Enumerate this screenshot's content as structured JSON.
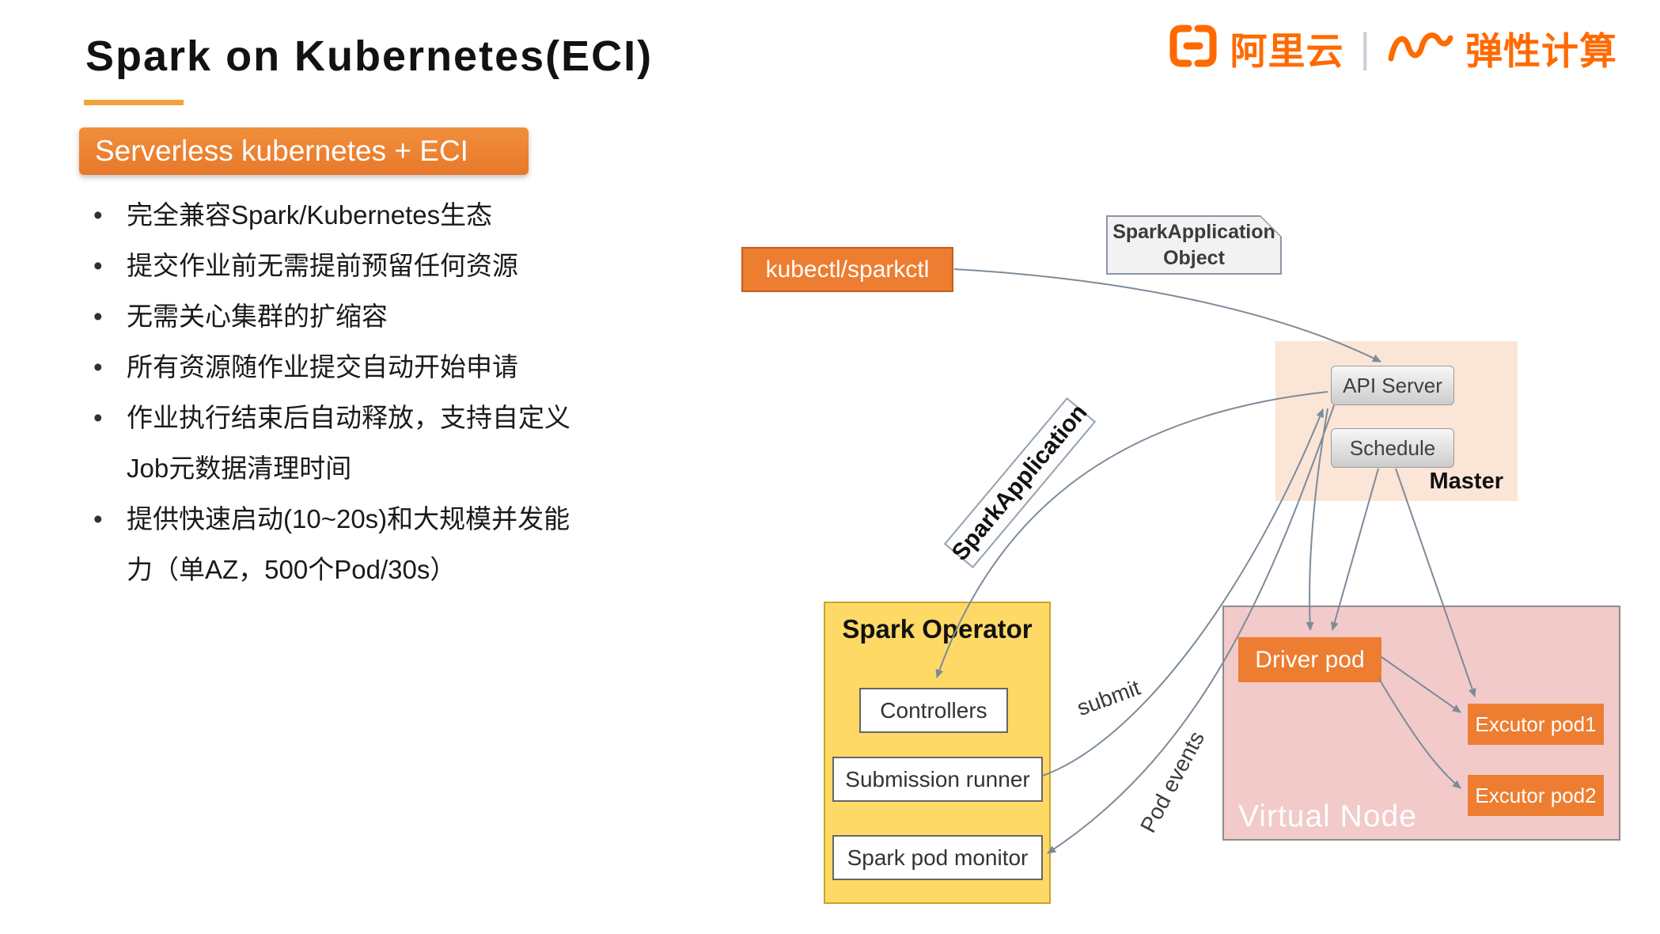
{
  "slide": {
    "title": "Spark on Kubernetes(ECI)",
    "banner": "Serverless kubernetes + ECI"
  },
  "logo": {
    "brand": "阿里云",
    "divider": "|",
    "product": "弹性计算",
    "color": "#FF6A00"
  },
  "bullets": [
    {
      "line1": "完全兼容Spark/Kubernetes生态",
      "line2": ""
    },
    {
      "line1": "提交作业前无需提前预留任何资源",
      "line2": ""
    },
    {
      "line1": "无需关心集群的扩缩容",
      "line2": ""
    },
    {
      "line1": "所有资源随作业提交自动开始申请",
      "line2": ""
    },
    {
      "line1": "作业执行结束后自动释放，支持自定义",
      "line2": "Job元数据清理时间"
    },
    {
      "line1": "提供快速启动(10~20s)和大规模并发能",
      "line2": "力（单AZ，500个Pod/30s）"
    }
  ],
  "diagram": {
    "kubectl_label": "kubectl/sparkctl",
    "plaque_line1": "SparkApplication",
    "plaque_line2": "Object",
    "master": {
      "label": "Master",
      "api_server": "API Server",
      "schedule": "Schedule"
    },
    "operator": {
      "title": "Spark Operator",
      "controllers": "Controllers",
      "submission_runner": "Submission runner",
      "pod_monitor": "Spark pod monitor"
    },
    "virtual_node": {
      "label": "Virtual Node",
      "driver": "Driver pod",
      "excutor1": "Excutor pod1",
      "excutor2": "Excutor pod2"
    },
    "edge_labels": {
      "spark_application": "SparkApplication",
      "submit": "submit",
      "pod_events": "Pod events"
    }
  },
  "colors": {
    "accent_orange": "#ED7D31",
    "underline_gold": "#F2A33C",
    "logo_orange": "#FF6A00",
    "master_fill": "#FBE5D6",
    "operator_fill": "#FFD966",
    "virtual_node_fill": "#F2CACA",
    "arrow": "#7D8B99"
  }
}
